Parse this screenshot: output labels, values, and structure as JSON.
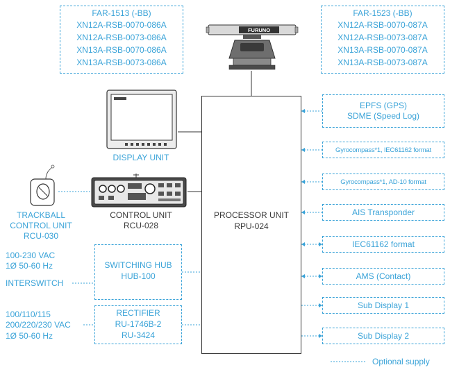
{
  "far1513": {
    "title": "FAR-1513 (-BB)",
    "models": [
      "XN12A-RSB-0070-086A",
      "XN12A-RSB-0073-086A",
      "XN13A-RSB-0070-086A",
      "XN13A-RSB-0073-086A"
    ]
  },
  "far1523": {
    "title": "FAR-1523 (-BB)",
    "models": [
      "XN12A-RSB-0070-087A",
      "XN12A-RSB-0073-087A",
      "XN13A-RSB-0070-087A",
      "XN13A-RSB-0073-087A"
    ]
  },
  "antenna_brand": "FURUNO",
  "display_unit": "DISPLAY UNIT",
  "processor_unit": {
    "name": "PROCESSOR UNIT",
    "model": "RPU-024"
  },
  "control_unit": {
    "name": "CONTROL UNIT",
    "model": "RCU-028"
  },
  "trackball_unit": {
    "line1": "TRACKBALL",
    "line2": "CONTROL UNIT",
    "model": "RCU-030"
  },
  "switching_hub": {
    "name": "SWITCHING HUB",
    "model": "HUB-100",
    "power_line1": "100-230 VAC",
    "power_line2": "1Ø 50-60 Hz",
    "interswitch": "INTERSWITCH"
  },
  "rectifier": {
    "name": "RECTIFIER",
    "model1": "RU-1746B-2",
    "model2": "RU-3424",
    "power_line1": "100/110/115",
    "power_line2": "200/220/230 VAC",
    "power_line3": "1Ø 50-60 Hz"
  },
  "peripherals": {
    "epfs": "EPFS (GPS)",
    "sdme": "SDME (Speed Log)",
    "gyro1": "Gyrocompass*1, IEC61162 format",
    "gyro2": "Gyrocompass*1, AD-10 format",
    "ais": "AIS Transponder",
    "iec": "IEC61162 format",
    "ams": "AMS (Contact)",
    "sub1": "Sub Display 1",
    "sub2": "Sub Display 2"
  },
  "legend": {
    "optional": "Optional supply"
  },
  "colors": {
    "accent": "#3aa3d8",
    "line": "#333333"
  }
}
